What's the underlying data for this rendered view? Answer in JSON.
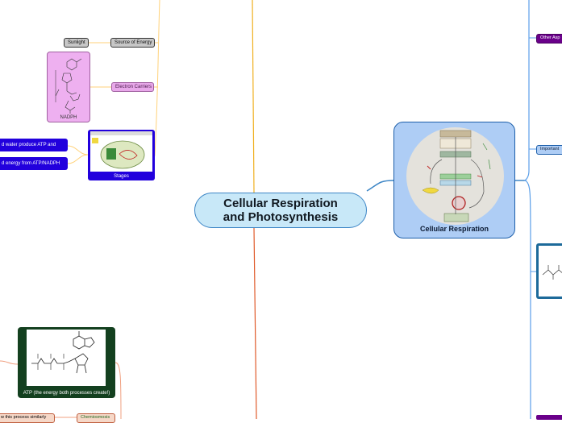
{
  "center": {
    "line1": "Cellular Respiration",
    "line2": "and Photosynthesis"
  },
  "cellular_respiration": {
    "label": "Cellular Respiration"
  },
  "right_topics": {
    "other": "Other Asp",
    "important": "Important"
  },
  "left": {
    "sunlight": "Sunlight",
    "source_of_energy": "Source of Energy",
    "electron_carriers": "Electron Carriers",
    "nadph": "NADPH",
    "stages": "Stages",
    "stage1": "d water  produce ATP and",
    "stage2": "d energy from ATP/NADPH",
    "atp_caption": "ATP (the energy both processes create!)",
    "bottom_left": "w this process similarly",
    "bottom_right": "Chemiosmosis"
  },
  "colors": {
    "orange": "#f0a020",
    "blue": "#3d86c6",
    "red": "#e05a2a",
    "purple": "#6a008a",
    "green": "#13401f",
    "stages_blue": "#2200dd"
  }
}
